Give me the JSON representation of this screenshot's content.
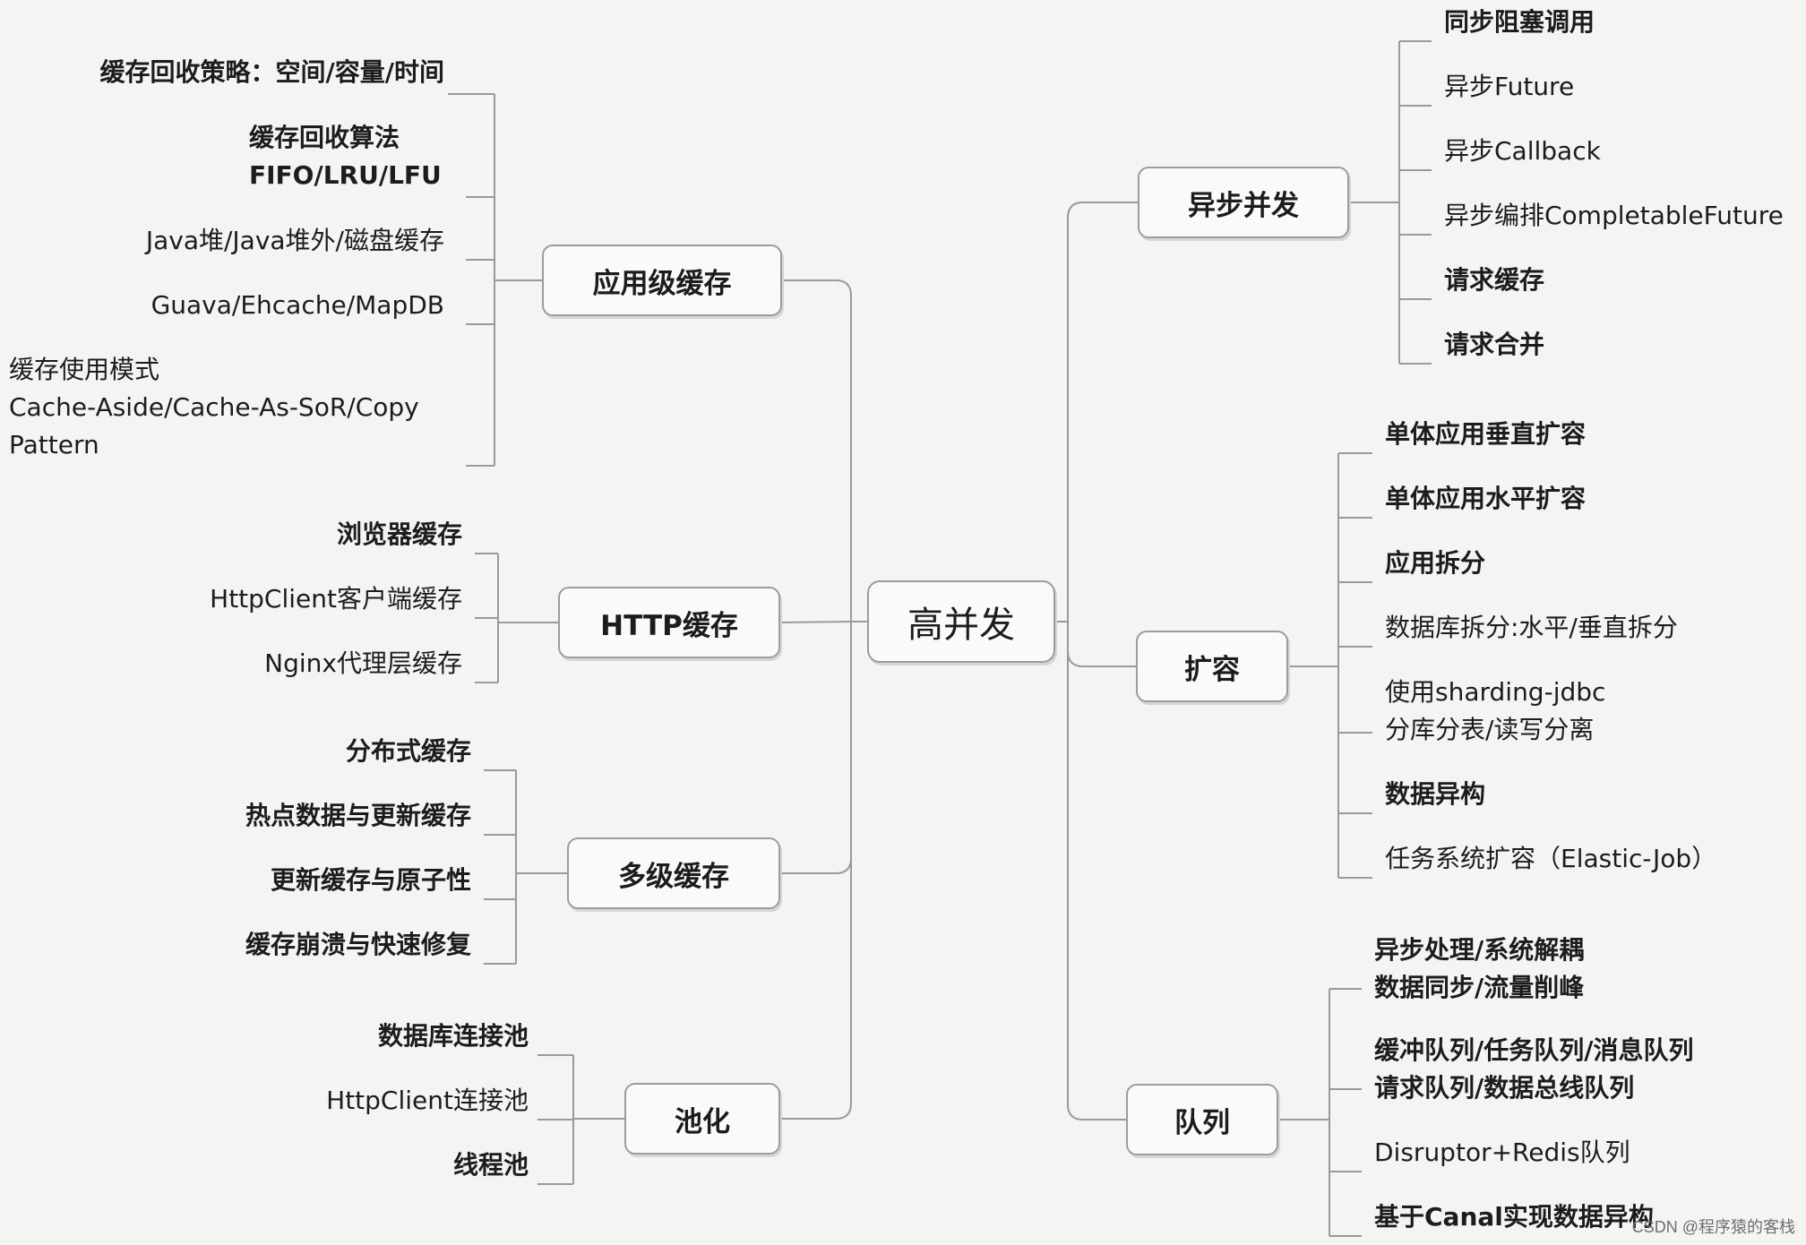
{
  "root": {
    "label": "高并发"
  },
  "branches": {
    "app_cache": {
      "label": "应用级缓存",
      "leaves": [
        [
          "缓存回收策略：空间/容量/时间"
        ],
        [
          "缓存回收算法",
          "FIFO/LRU/LFU"
        ],
        [
          "Java堆/Java堆外/磁盘缓存"
        ],
        [
          "Guava/Ehcache/MapDB"
        ],
        [
          "缓存使用模式",
          "Cache-Aside/Cache-As-SoR/Copy",
          "Pattern"
        ]
      ]
    },
    "http_cache": {
      "label": "HTTP缓存",
      "leaves": [
        [
          "浏览器缓存"
        ],
        [
          "HttpClient客户端缓存"
        ],
        [
          "Nginx代理层缓存"
        ]
      ]
    },
    "multi_cache": {
      "label": "多级缓存",
      "leaves": [
        [
          "分布式缓存"
        ],
        [
          "热点数据与更新缓存"
        ],
        [
          "更新缓存与原子性"
        ],
        [
          "缓存崩溃与快速修复"
        ]
      ]
    },
    "pooling": {
      "label": "池化",
      "leaves": [
        [
          "数据库连接池"
        ],
        [
          "HttpClient连接池"
        ],
        [
          "线程池"
        ]
      ]
    },
    "async": {
      "label": "异步并发",
      "leaves": [
        [
          "同步阻塞调用"
        ],
        [
          "异步Future"
        ],
        [
          "异步Callback"
        ],
        [
          "异步编排CompletableFuture"
        ],
        [
          "请求缓存"
        ],
        [
          "请求合并"
        ]
      ]
    },
    "scaling": {
      "label": "扩容",
      "leaves": [
        [
          "单体应用垂直扩容"
        ],
        [
          "单体应用水平扩容"
        ],
        [
          "应用拆分"
        ],
        [
          "数据库拆分:水平/垂直拆分"
        ],
        [
          "使用sharding-jdbc",
          "分库分表/读写分离"
        ],
        [
          "数据异构"
        ],
        [
          "任务系统扩容（Elastic-Job）"
        ]
      ]
    },
    "queue": {
      "label": "队列",
      "leaves": [
        [
          "异步处理/系统解耦",
          "数据同步/流量削峰"
        ],
        [
          "缓冲队列/任务队列/消息队列",
          "请求队列/数据总线队列"
        ],
        [
          "Disruptor+Redis队列"
        ],
        [
          "基于Canal实现数据异构"
        ]
      ]
    }
  },
  "watermark": "CSDN @程序猿的客栈"
}
